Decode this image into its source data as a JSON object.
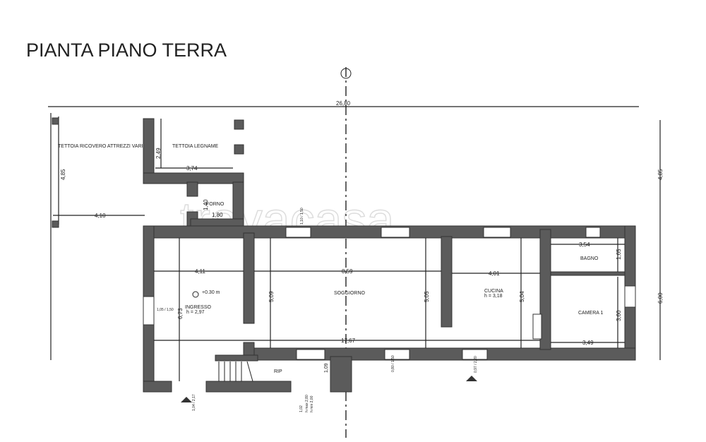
{
  "title": "PIANTA  PIANO TERRA",
  "watermark": "trovacasa",
  "rooms": {
    "tettoia_attrezzi": "TETTOIA RICOVERO ATTREZZI VARI",
    "tettoia_legname": "TETTOIA LEGNAME",
    "forno": "FORNO",
    "ingresso": "INGRESSO",
    "ingresso_h": "h = 2,97",
    "soggiorno": "SOGGIORNO",
    "cucina": "CUCINA",
    "cucina_h": "h = 3,18",
    "bagno": "BAGNO",
    "camera": "CAMERA 1",
    "rip": "RIP"
  },
  "level_marker": "+0.30 m",
  "dimensions": {
    "total_width": "26,80",
    "tettoia_depth": "4,85",
    "tettoia_width": "4,10",
    "legname_depth": "2,49",
    "legname_width": "3,74",
    "forno_depth": "1,40",
    "forno_width": "1,80",
    "ingresso_width": "4,11",
    "ingresso_depth": "6,73",
    "soggiorno_width": "8,59",
    "soggiorno_depth_left": "5,09",
    "soggiorno_depth_right": "5,05",
    "cucina_width": "4,01",
    "cucina_depth": "5,04",
    "interior_length": "17,67",
    "bagno_width": "3,54",
    "bagno_depth": "1,65",
    "camera_width": "3,49",
    "camera_depth": "3,60",
    "right_upper": "4,85",
    "right_total": "6,00",
    "rip_depth": "1,09",
    "win_left": "1,05 / 1,50",
    "win_bottom_center": "0,80 / 1,50",
    "win_top": "1,10 / 1,50",
    "door_front": "1,04 / 2,17",
    "door_kitchen": "0,97 / 2,20",
    "vent": "1,02",
    "hmax": "h max 2,80",
    "hmin": "h min 2,00"
  }
}
